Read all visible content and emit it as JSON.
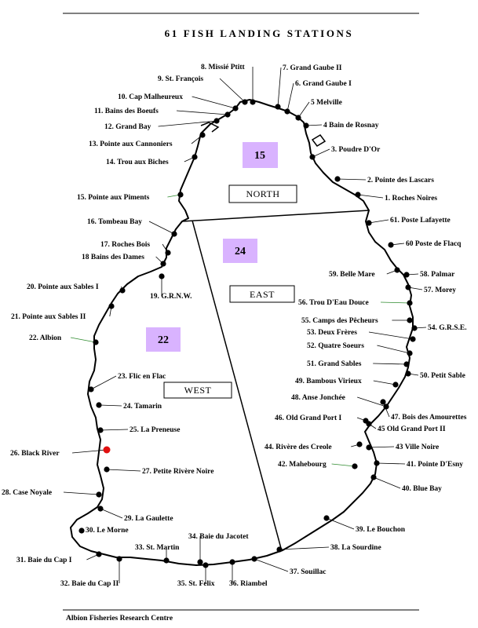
{
  "title": "61 FISH LANDING STATIONS",
  "footer": "Albion Fisheries Research Centre",
  "regions": {
    "north": "NORTH",
    "east": "EAST",
    "west": "WEST"
  },
  "zones": {
    "north": "15",
    "east": "24",
    "west": "22"
  },
  "colors": {
    "zone_fill": "#d9b3ff",
    "highlight_station": "#e01010",
    "leader_green": "#2e8b2e"
  },
  "stations": [
    "1. Roches Noires",
    "2. Pointe des Lascars",
    "3. Poudre D'Or",
    "4 Bain de Rosnay",
    "5 Melville",
    "6. Grand Gaube I",
    "7. Grand Gaube II",
    "8. Missié Ptitt",
    "9. St. François",
    "10. Cap Malheureux",
    "11. Bains des Boeufs",
    "12. Grand Bay",
    "13. Pointe aux Cannoniers",
    "14. Trou aux Biches",
    "15. Pointe aux Piments",
    "16. Tombeau Bay",
    "17. Roches Bois",
    "18 Bains des Dames",
    "19. G.R.N.W.",
    "20. Pointe aux Sables I",
    "21. Pointe aux Sables II",
    "22. Albion",
    "23. Flic en Flac",
    "24. Tamarin",
    "25. La Preneuse",
    "26. Black River",
    "27. Petite Rivère Noire",
    "28. Case Noyale",
    "29. La Gaulette",
    "30. Le Morne",
    "31. Baie du Cap I",
    "32. Baie du Cap II",
    "33. St. Martin",
    "34. Baie du Jacotet",
    "35. St. Felix",
    "36. Riambel",
    "37. Souillac",
    "38. La Sourdine",
    "39. Le Bouchon",
    "40. Blue Bay",
    "41. Pointe D'Esny",
    "42. Mahebourg",
    "43 Ville Noire",
    "44. Rivère des Creole",
    "45 Old Grand Port II",
    "46. Old Grand Port I",
    "47. Bois des Amourettes",
    "48. Anse Jonchée",
    "49. Bambous Virieux",
    "50. Petit Sable",
    "51. Grand Sables",
    "52. Quatre Soeurs",
    "53. Deux Frères",
    "54. G.R.S.E.",
    "55. Camps des Pêcheurs",
    "56. Trou D'Eau Douce",
    "57. Morey",
    "58. Palmar",
    "59. Belle Mare",
    "60 Poste de Flacq",
    "61. Poste Lafayette"
  ]
}
